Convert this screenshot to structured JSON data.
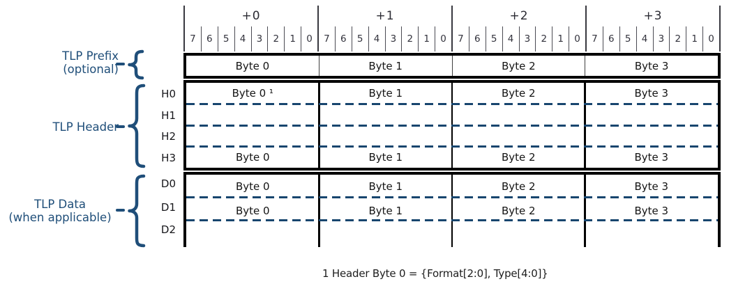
{
  "figure": {
    "bit_header": {
      "byte_offsets": [
        "+0",
        "+1",
        "+2",
        "+3"
      ],
      "bit_labels": [
        "7",
        "6",
        "5",
        "4",
        "3",
        "2",
        "1",
        "0"
      ]
    },
    "prefix": {
      "group_label_line1": "TLP Prefix",
      "group_label_line2": "(optional)",
      "cells": [
        "Byte 0",
        "Byte 1",
        "Byte 2",
        "Byte 3"
      ]
    },
    "header": {
      "group_label": "TLP Header",
      "row_labels": [
        "H0",
        "H1",
        "H2",
        "H3"
      ],
      "rows": [
        [
          "Byte 0 ¹",
          "Byte 1",
          "Byte 2",
          "Byte 3"
        ],
        [
          "",
          "",
          "",
          ""
        ],
        [
          "",
          "",
          "",
          ""
        ],
        [
          "Byte 0",
          "Byte 1",
          "Byte 2",
          "Byte 3"
        ]
      ]
    },
    "data": {
      "group_label_line1": "TLP Data",
      "group_label_line2": "(when applicable)",
      "row_labels": [
        "D0",
        "D1",
        "D2"
      ],
      "rows": [
        [
          "Byte 0",
          "Byte 1",
          "Byte 2",
          "Byte 3"
        ],
        [
          "Byte 0",
          "Byte 1",
          "Byte 2",
          "Byte 3"
        ],
        [
          "",
          "",
          "",
          ""
        ]
      ]
    },
    "footnote": "1 Header Byte 0 = {Format[2:0], Type[4:0]}",
    "colors": {
      "accent_blue": "#1f4e79",
      "dash_blue": "#17456e",
      "border_black": "#000000"
    }
  }
}
